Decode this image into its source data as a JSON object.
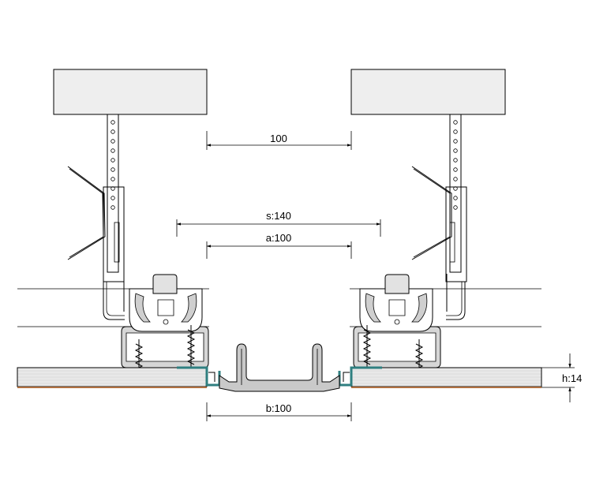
{
  "dimensions": {
    "top_gap": "100",
    "s": "s:140",
    "a": "a:100",
    "b": "b:100",
    "h": "h:14"
  }
}
